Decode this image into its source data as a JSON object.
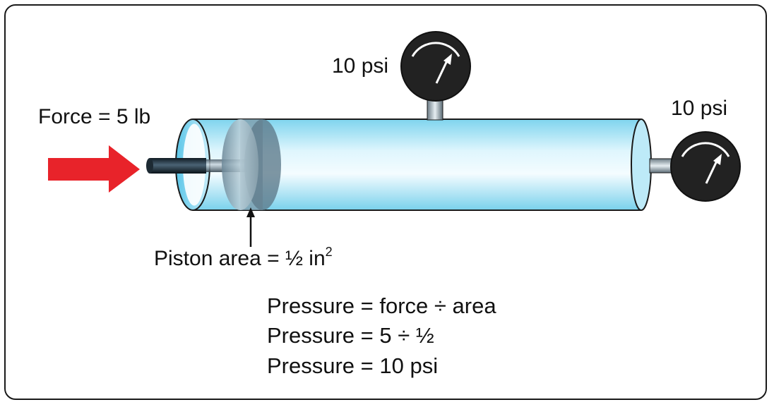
{
  "labels": {
    "force": "Force = 5 lb",
    "gauge_top": "10 psi",
    "gauge_right": "10 psi",
    "piston_area_prefix": "Piston area = ½ in",
    "piston_area_exp": "2"
  },
  "equations": [
    "Pressure = force ÷ area",
    "Pressure = 5 ÷ ½",
    "Pressure = 10 psi"
  ],
  "colors": {
    "arrow": "#e8232a",
    "cylinder_light": "#e6f8fd",
    "cylinder_mid": "#8fdcf2",
    "gauge_face": "#222222",
    "outline": "#1a1a1a"
  }
}
